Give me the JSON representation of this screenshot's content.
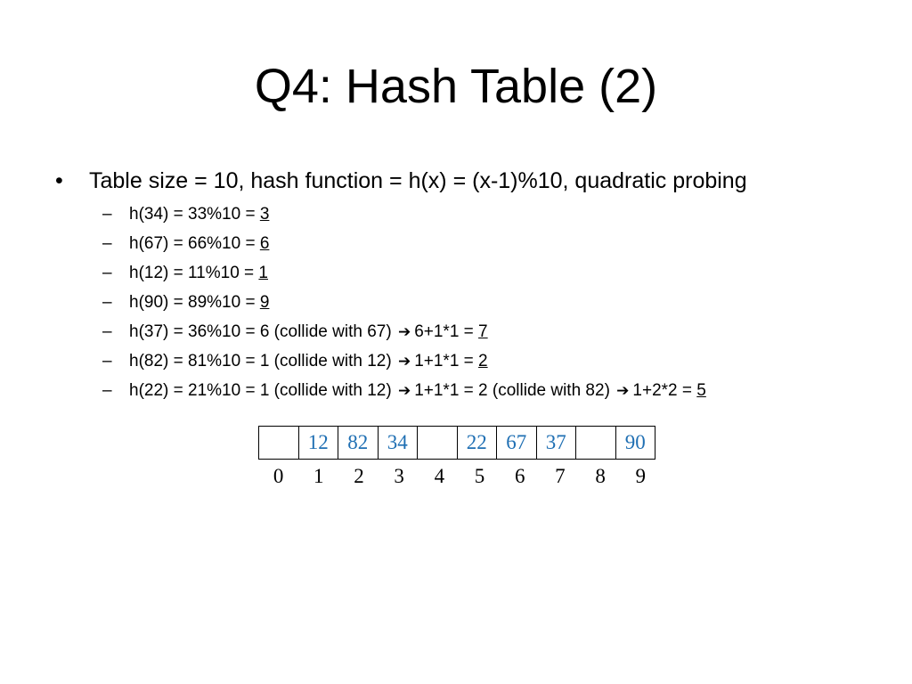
{
  "title": "Q4: Hash Table (2)",
  "main_bullet": {
    "marker": "•",
    "text": "Table size = 10, hash function = h(x) = (x-1)%10, quadratic probing"
  },
  "sub_marker": "–",
  "sub_items": [
    {
      "before": "h(34) = 33%10 = ",
      "mid": "",
      "after": "",
      "result": "3"
    },
    {
      "before": "h(67) = 66%10 = ",
      "mid": "",
      "after": "",
      "result": "6"
    },
    {
      "before": "h(12) = 11%10 = ",
      "mid": "",
      "after": "",
      "result": "1"
    },
    {
      "before": "h(90) = 89%10 = ",
      "mid": "",
      "after": "",
      "result": "9"
    },
    {
      "before": "h(37) = 36%10 = 6 (collide with 67)",
      "mid": "",
      "after": "6+1*1 = ",
      "result": "7"
    },
    {
      "before": "h(82) = 81%10 = 1 (collide with 12)",
      "mid": "",
      "after": "1+1*1 = ",
      "result": "2"
    },
    {
      "before": "h(22) = 21%10 = 1 (collide with 12)",
      "mid": "1+1*1 = 2 (collide with 82)",
      "after": "1+2*2 = ",
      "result": "5"
    }
  ],
  "arrow_icon": "arrow-right-icon",
  "table": {
    "cells": [
      "",
      "12",
      "82",
      "34",
      "",
      "22",
      "67",
      "37",
      "",
      "90"
    ],
    "indices": [
      "0",
      "1",
      "2",
      "3",
      "4",
      "5",
      "6",
      "7",
      "8",
      "9"
    ],
    "value_color": "#1f6fb3"
  }
}
